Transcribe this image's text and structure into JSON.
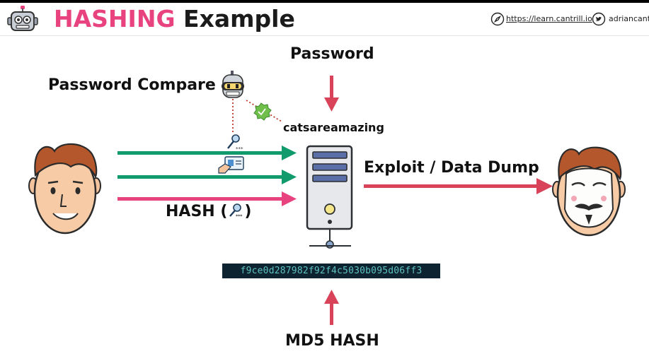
{
  "header": {
    "title_accent": "HASHING",
    "title_rest": "Example",
    "url": "https://learn.cantrill.io",
    "handle": "adriancantrill",
    "accent_color": "#e8437f"
  },
  "diagram": {
    "password_label": "Password",
    "compare_label": "Password Compare",
    "plaintext_password": "catsareamazing",
    "exploit_label": "Exploit / Data Dump",
    "hash_label_prefix": "HASH (",
    "hash_label_suffix": ")",
    "hash_value": "f9ce0d287982f92f4c5030b095d06ff3",
    "md5_label": "MD5 HASH",
    "colors": {
      "green_arrow": "#119a6c",
      "pink_arrow": "#e8437f",
      "red_arrow": "#d9435a",
      "hash_box": "#0e2330"
    },
    "icons": [
      "robot-logo-icon",
      "compass-icon",
      "twitter-icon",
      "robot-icon",
      "verified-badge-icon",
      "key-icon",
      "id-card-icon",
      "server-icon",
      "user-face-icon",
      "hacker-mask-icon"
    ]
  }
}
